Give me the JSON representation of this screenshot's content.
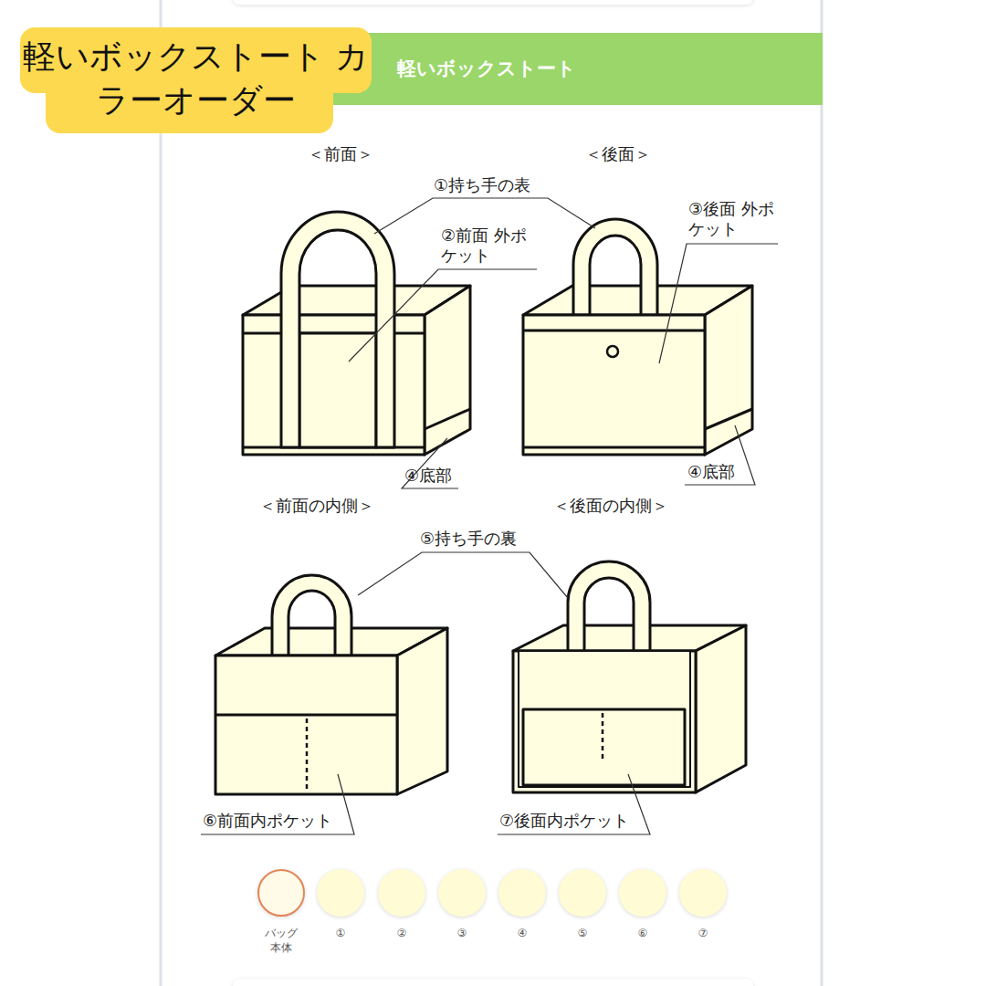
{
  "diagram": {
    "nodes": [
      {
        "text": [
          "軽いボックストート カラーオーダー"
        ]
      },
      {
        "text": [
          "軽いボックストート"
        ]
      },
      {
        "text": [
          "バッグ 本体"
        ]
      },
      {
        "text": [
          "①"
        ]
      },
      {
        "text": [
          "②"
        ]
      },
      {
        "text": [
          "③"
        ]
      },
      {
        "text": [
          "④"
        ]
      },
      {
        "text": [
          "⑤"
        ]
      },
      {
        "text": [
          "⑥"
        ]
      },
      {
        "text": [
          "⑦"
        ]
      }
    ],
    "edges": [],
    "labels": [
      "＜前面＞",
      "＜後面＞",
      "①持ち手の表",
      "②前面 外ポケット",
      "③後面 外ポケット",
      "④底部",
      "④底部",
      "＜前面の内側＞",
      "＜後面の内側＞",
      "⑤持ち手の裏",
      "⑥前面内ポケット",
      "⑦後面内ポケット"
    ]
  }
}
